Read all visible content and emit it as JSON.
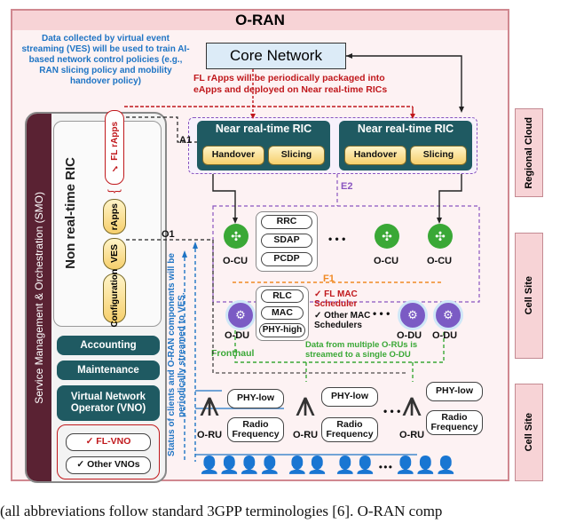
{
  "title": "O-RAN",
  "core_network": "Core Network",
  "ves_note": "Data collected by virtual event streaming (VES) will be used to train AI-based network control policies (e.g., RAN slicing policy and mobility handover policy)",
  "fl_note": "FL rApps will be periodically packaged into eApps and deployed on Near real-time RICs",
  "smo_label": "Service Management & Orchestration (SMO)",
  "non_rt_ric": "Non real-time RIC",
  "fl_rapps": "✓ FL rApps",
  "rapps": "rApps",
  "ves": "VES",
  "configuration": "Configuration",
  "accounting": "Accounting",
  "maintenance": "Maintenance",
  "vno": "Virtual Network Operator (VNO)",
  "fl_vno": "✓ FL-VNO",
  "other_vnos": "✓ Other VNOs",
  "a1": "A1",
  "o1": "O1",
  "e2": "E2",
  "f1": "F1",
  "fronthaul": "Fronthaul",
  "near_rt_ric": "Near real-time RIC",
  "handover": "Handover",
  "slicing": "Slicing",
  "rrc": "RRC",
  "sdap": "SDAP",
  "pcdp": "PCDP",
  "o_cu": "O-CU",
  "o_du": "O-DU",
  "o_ru": "O-RU",
  "rlc": "RLC",
  "mac": "MAC",
  "phy_high": "PHY-high",
  "fl_mac": "FL MAC Scheduler",
  "other_mac": "Other MAC Schedulers",
  "ru_data_note": "Data from multiple O-RUs is streamed to a single O-DU",
  "phy_low": "PHY-low",
  "radio_frequency": "Radio Frequency",
  "status_note": "Status of clients and O-RAN components will be periodically streamed to VES.",
  "ellipsis": "• • •",
  "regional_cloud": "Regional Cloud",
  "cell_site": "Cell Site",
  "caption": "(all abbreviations follow standard 3GPP terminologies [6]. O-RAN comp",
  "colors": {
    "frame": "#f7d3d6",
    "smo": "#5a2233",
    "teal": "#1f5a62",
    "core": "#dcebf7",
    "gold": "#f6cf6c",
    "red": "#c0181c",
    "purple": "#8a55c0",
    "orange": "#f08a24",
    "green": "#3aa836",
    "blue": "#1e74c4"
  }
}
